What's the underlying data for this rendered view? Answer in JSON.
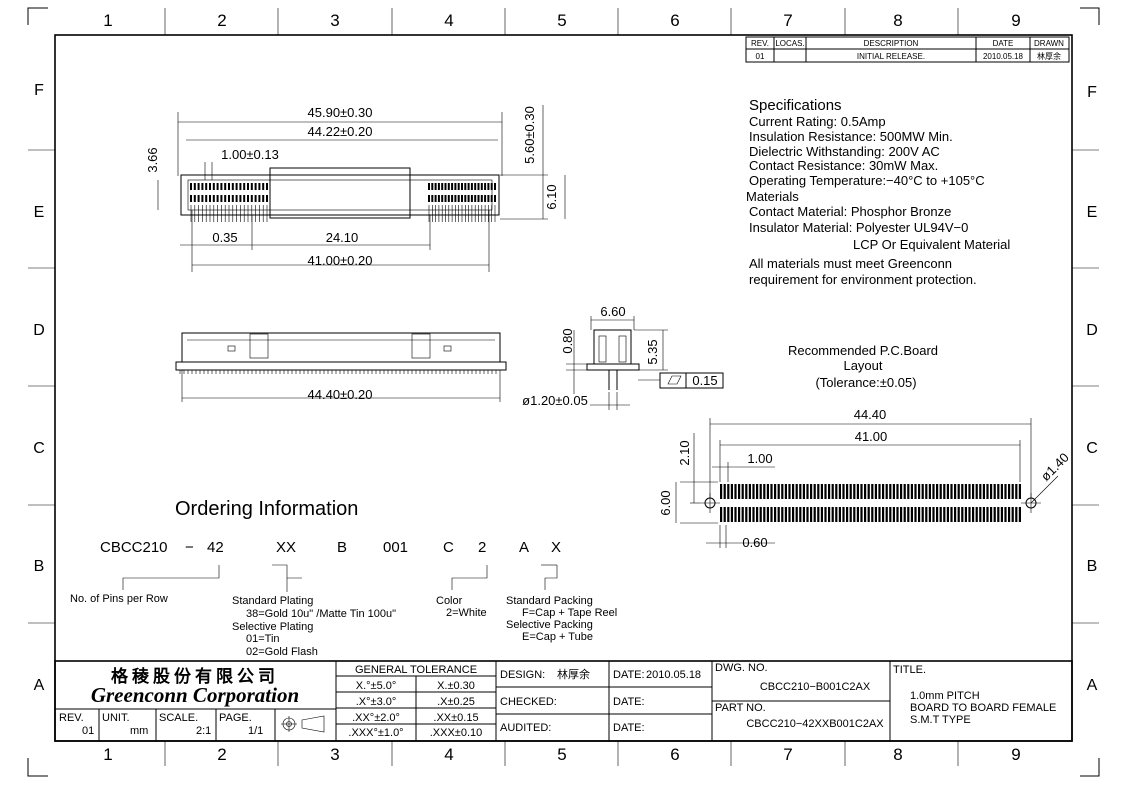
{
  "border": {
    "columns": [
      "1",
      "2",
      "3",
      "4",
      "5",
      "6",
      "7",
      "8",
      "9"
    ],
    "rows": [
      "F",
      "E",
      "D",
      "C",
      "B",
      "A"
    ]
  },
  "revision_table": {
    "headers": {
      "rev": "REV.",
      "locas": "LOCAS.",
      "description": "DESCRIPTION",
      "date": "DATE",
      "drawn": "DRAWN"
    },
    "row": {
      "rev": "01",
      "locas": "",
      "description": "INITIAL RELEASE.",
      "date": "2010.05.18",
      "drawn": "林厚余"
    }
  },
  "specifications": {
    "title": "Specifications",
    "lines": [
      "Current Rating: 0.5Amp",
      "Insulation Resistance: 500MW Min.",
      "Dielectric Withstanding: 200V AC",
      "Contact Resistance: 30mW Max.",
      "Operating Temperature:−40°C to +105°C",
      "Materials",
      "Contact Material: Phosphor Bronze",
      "Insulator Material: Polyester UL94V−0",
      "LCP Or Equivalent Material",
      "All materials must meet Greenconn",
      "requirement for environment protection."
    ]
  },
  "top_view_dims": {
    "overall": "45.90±0.30",
    "body": "44.22±0.20",
    "pitch": "1.00±0.13",
    "height_left": "3.66",
    "offset": "0.35",
    "gap": "24.10",
    "pins_span": "41.00±0.20",
    "height_right": "5.60±0.30",
    "height_inner": "6.10"
  },
  "front_view_dims": {
    "length": "44.40±0.20"
  },
  "side_view_dims": {
    "width": "6.60",
    "height": "5.35",
    "post": "0.80",
    "post_dia": "ø1.20±0.05",
    "flatness": "0.15"
  },
  "pcb_layout": {
    "title_lines": [
      "Recommended P.C.Board",
      "Layout",
      "(Tolerance:±0.05)"
    ],
    "overall": "44.40",
    "span": "41.00",
    "pitch": "1.00",
    "offset": "2.10",
    "height": "6.00",
    "pad": "0.60",
    "hole": "ø1.40"
  },
  "ordering": {
    "title": "Ordering Information",
    "parts": [
      "CBCC210",
      "−",
      "42",
      "XX",
      "B",
      "001",
      "C",
      "2",
      "A",
      "X"
    ],
    "pins_label": "No. of Pins per Row",
    "plating": [
      "Standard Plating",
      "38=Gold 10u\" /Matte Tin 100u\"",
      "Selective Plating",
      "01=Tin",
      "02=Gold Flash"
    ],
    "color": [
      "Color",
      "2=White"
    ],
    "packing": [
      "Standard Packing",
      "F=Cap + Tape Reel",
      "Selective Packing",
      "E=Cap + Tube"
    ]
  },
  "title_block": {
    "company_cn": "格稜股份有限公司",
    "company_en": "Greenconn Corporation",
    "rev_label": "REV.",
    "rev": "01",
    "unit_label": "UNIT.",
    "unit": "mm",
    "scale_label": "SCALE.",
    "scale": "2:1",
    "page_label": "PAGE.",
    "page": "1/1",
    "tolerance_title": "GENERAL TOLERANCE",
    "tolerance_rows": [
      [
        "X.°±5.0°",
        "X.±0.30"
      ],
      [
        ".X°±3.0°",
        ".X±0.25"
      ],
      [
        ".XX°±2.0°",
        ".XX±0.15"
      ],
      [
        ".XXX°±1.0°",
        ".XXX±0.10"
      ]
    ],
    "design_label": "DESIGN:",
    "design": "林厚余",
    "checked_label": "CHECKED:",
    "audited_label": "AUDITED:",
    "date_label": "DATE:",
    "design_date": "2010.05.18",
    "dwg_label": "DWG. NO.",
    "dwg": "CBCC210−B001C2AX",
    "part_label": "PART NO.",
    "part": "CBCC210−42XXB001C2AX",
    "title_label": "TITLE.",
    "title_lines": [
      "1.0mm PITCH",
      "BOARD TO BOARD FEMALE",
      "S.M.T TYPE"
    ]
  }
}
